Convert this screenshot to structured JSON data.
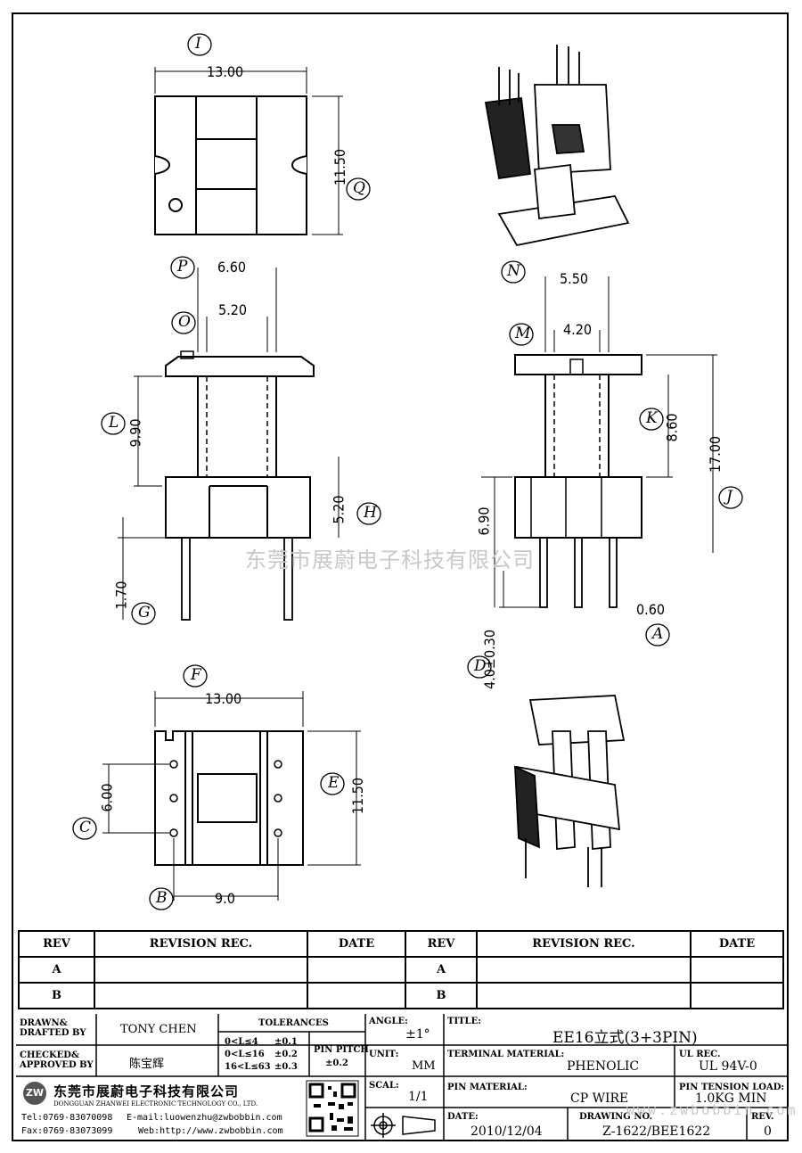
{
  "drawing": {
    "views": {
      "top_width": "13.00",
      "top_height": "11.50",
      "front_outer": "6.60",
      "front_inner": "5.20",
      "front_flange_h": "9.90",
      "front_base_h": "5.20",
      "front_pin_gap": "1.70",
      "side_outer": "5.50",
      "side_inner": "4.20",
      "side_upper": "8.60",
      "side_total": "17.00",
      "side_base": "6.90",
      "side_pin_len": "4.0±0.30",
      "pin_dia": "0.60",
      "bottom_width": "13.00",
      "bottom_height": "11.50",
      "bottom_pitch": "6.00",
      "bottom_row": "9.0"
    },
    "callouts": {
      "I": "I",
      "Q": "Q",
      "P": "P",
      "O": "O",
      "L": "L",
      "H": "H",
      "G": "G",
      "N": "N",
      "M": "M",
      "K": "K",
      "J": "J",
      "A": "A",
      "D": "D",
      "F": "F",
      "E": "E",
      "C": "C",
      "B": "B"
    },
    "watermark": "东莞市展蔚电子科技有限公司",
    "corner_watermark": "www.zwbobbin.com"
  },
  "revision_table": {
    "headers": [
      "REV",
      "REVISION REC.",
      "DATE",
      "REV",
      "REVISION REC.",
      "DATE"
    ],
    "rows": [
      [
        "A",
        "",
        "",
        "A",
        "",
        ""
      ],
      [
        "B",
        "",
        "",
        "B",
        "",
        ""
      ]
    ]
  },
  "title_block": {
    "drawn_label": "DRAWN&\nDRAFTED BY",
    "drawn_value": "TONY CHEN",
    "checked_label": "CHECKED&\nAPPROVED BY",
    "checked_value": "陈宝辉",
    "tolerances_label": "TOLERANCES",
    "tol_rows": [
      [
        "0<L≤4",
        "±0.1"
      ],
      [
        "0<L≤16",
        "±0.2"
      ],
      [
        "16<L≤63",
        "±0.3"
      ]
    ],
    "pin_pitch_label": "PIN PITCH",
    "pin_pitch_value": "±0.2",
    "angle_label": "ANGLE:",
    "angle_value": "±1°",
    "unit_label": "UNIT:",
    "unit_value": "MM",
    "scale_label": "SCAL:",
    "scale_value": "1/1",
    "title_label": "TITLE:",
    "title_value": "EE16立式(3+3PIN)",
    "terminal_label": "TERMINAL MATERIAL:",
    "terminal_value": "PHENOLIC",
    "ul_label": "UL REC.",
    "ul_value": "UL 94V-0",
    "pin_mat_label": "PIN MATERIAL:",
    "pin_mat_value": "CP WIRE",
    "tension_label": "PIN TENSION LOAD:",
    "tension_value": "1.0KG MIN",
    "date_label": "DATE:",
    "date_value": "2010/12/04",
    "drawing_no_label": "DRAWING NO.",
    "drawing_no_value": "Z-1622/BEE1622",
    "rev_label": "REV.",
    "rev_value": "0",
    "company_cn": "东莞市展蔚电子科技有限公司",
    "company_en": "DONGGUAN ZHANWEI ELECTRONIC TECHNOLOGY CO., LTD.",
    "tel": "Tel:0769-83070098",
    "email": "E-mail:luowenzhu@zwbobbin.com",
    "fax": "Fax:0769-83073099",
    "web": "Web:http://www.zwbobbin.com",
    "logo_text": "ZW"
  }
}
